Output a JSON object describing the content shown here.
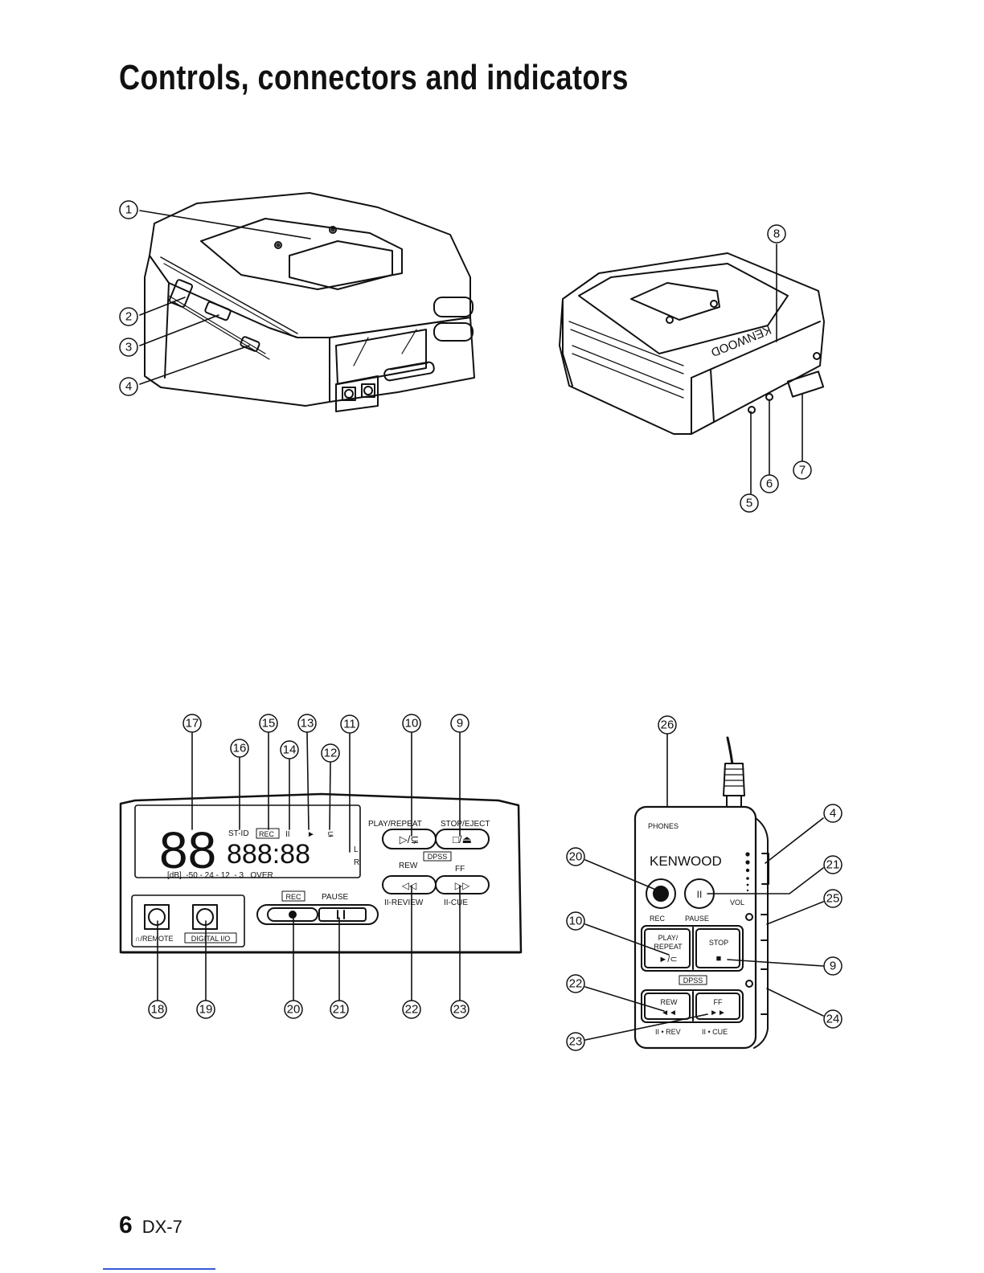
{
  "page": {
    "title": "Controls, connectors and indicators",
    "page_number": "6",
    "model": "DX-7"
  },
  "callouts": {
    "c1": "1",
    "c2": "2",
    "c3": "3",
    "c4": "4",
    "c5": "5",
    "c6": "6",
    "c7": "7",
    "c8": "8",
    "c9": "9",
    "c10": "10",
    "c11": "11",
    "c12": "12",
    "c13": "13",
    "c14": "14",
    "c15": "15",
    "c16": "16",
    "c17": "17",
    "c18": "18",
    "c19": "19",
    "c20": "20",
    "c21": "21",
    "c22": "22",
    "c23": "23",
    "c24": "24",
    "c25": "25",
    "c26": "26"
  },
  "rear_view": {
    "brand": "KENWOOD"
  },
  "front_panel": {
    "st_id": "ST-ID",
    "rec_indicator": "REC",
    "lcd_digits_left": "88",
    "lcd_digits_right": "888:88",
    "channel_l": "L",
    "channel_r": "R",
    "level_meter_scale": "[dB]  -50 - 24 - 12  - 3   OVER",
    "play_repeat_label": "PLAY/REPEAT",
    "stop_eject_label": "STOP/EJECT",
    "dpss_label": "DPSS",
    "rew_label": "REW",
    "ff_label": "FF",
    "review_label": "II-REVIEW",
    "cue_label": "II-CUE",
    "rec_label": "REC",
    "pause_label": "PAUSE",
    "remote_jack_label": "∩/REMOTE",
    "digital_io_label": "DIGITAL I/O"
  },
  "remote": {
    "phones_label": "PHONES",
    "brand": "KENWOOD",
    "rec_label": "REC",
    "pause_label": "PAUSE",
    "vol_label": "VOL",
    "play_line1": "PLAY/",
    "play_line2": "REPEAT",
    "play_symbol": "►/⊂",
    "stop_label": "STOP",
    "stop_symbol": "■",
    "dpss_label": "DPSS",
    "rew_label": "REW",
    "rew_symbol": "◄◄",
    "ff_label": "FF",
    "ff_symbol": "►►",
    "rev_label": "II • REV",
    "cue_label": "II • CUE"
  }
}
